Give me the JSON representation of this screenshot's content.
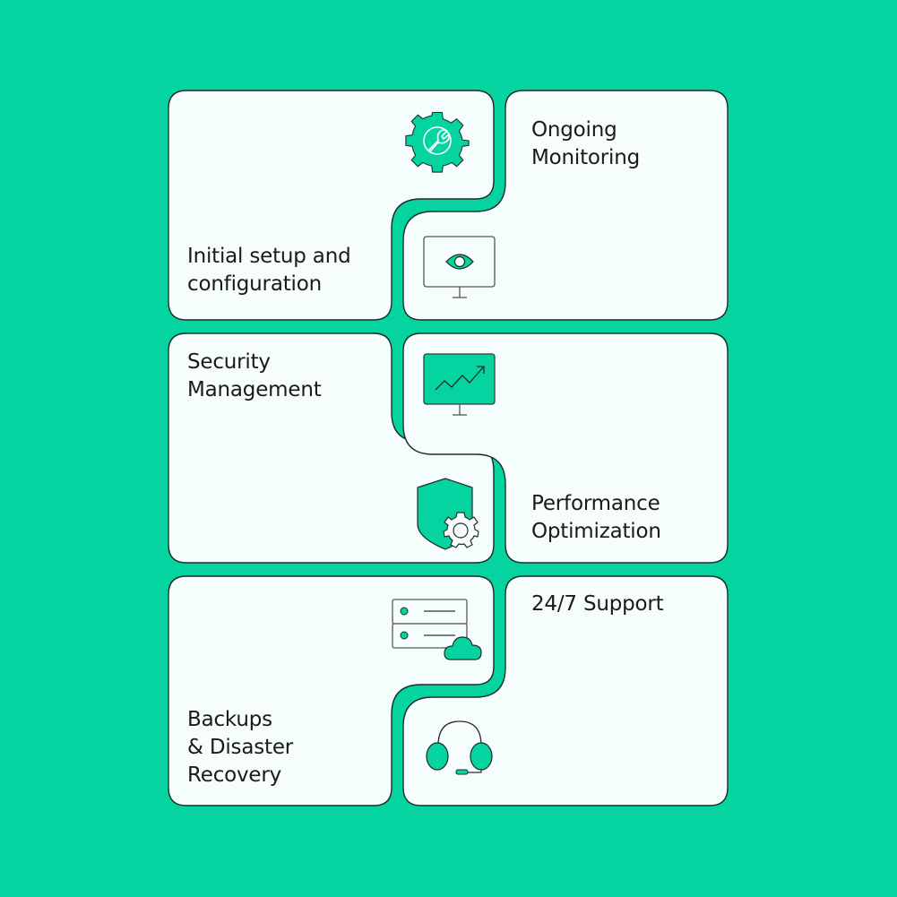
{
  "colors": {
    "background": "#05d4a0",
    "panel": "#f5fefd",
    "accent": "#05d4a0",
    "outline": "#1e2b28",
    "text": "#1a1a1a"
  },
  "services": [
    {
      "label": "Initial setup and\nconfiguration",
      "icon": "gear-wrench-icon"
    },
    {
      "label": "Ongoing\nMonitoring",
      "icon": "monitor-eye-icon"
    },
    {
      "label": "Security\nManagement",
      "icon": "shield-gear-icon"
    },
    {
      "label": "Performance\nOptimization",
      "icon": "monitor-chart-icon"
    },
    {
      "label": "Backups\n& Disaster\nRecovery",
      "icon": "server-cloud-icon"
    },
    {
      "label": "24/7 Support",
      "icon": "headset-icon"
    }
  ]
}
